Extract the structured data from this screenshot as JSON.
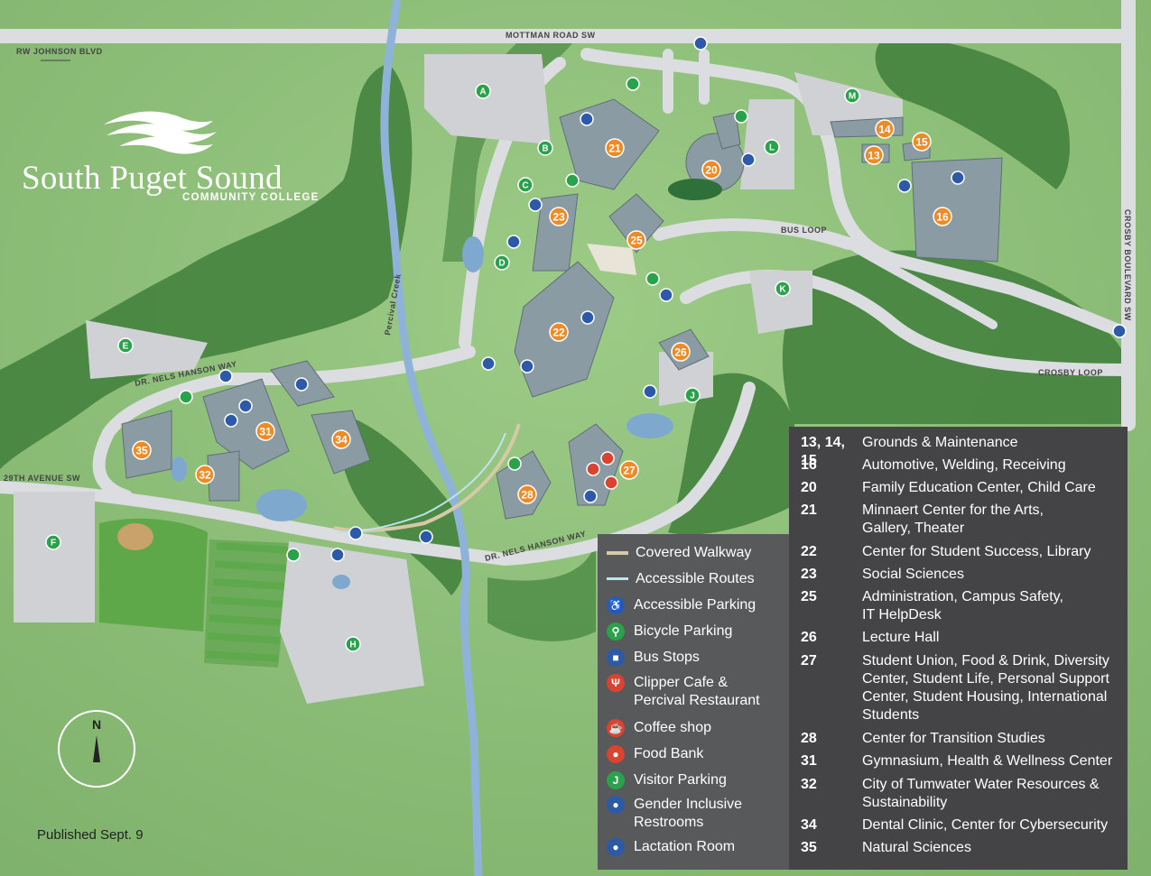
{
  "brand": {
    "name": "South Puget Sound",
    "subtitle": "COMMUNITY COLLEGE"
  },
  "published": "Published Sept. 9",
  "compass": "N",
  "roads": {
    "rw_johnson": "RW JOHNSON BLVD",
    "mottman": "MOTTMAN ROAD SW",
    "bus_loop": "BUS LOOP",
    "crosby_blvd": "CROSBY BOULEVARD SW",
    "crosby_loop": "CROSBY LOOP",
    "nels_hanson_west": "DR. NELS HANSON WAY",
    "nels_hanson_south": "DR. NELS HANSON WAY",
    "avenue_29": "29TH AVENUE SW",
    "percival_creek": "Percival Creek"
  },
  "parking_lots": [
    "A",
    "B",
    "C",
    "D",
    "E",
    "F",
    "H",
    "J",
    "K",
    "L",
    "M"
  ],
  "buildings": [
    "13",
    "14",
    "15",
    "16",
    "20",
    "21",
    "22",
    "23",
    "25",
    "26",
    "27",
    "28",
    "31",
    "32",
    "34",
    "35"
  ],
  "colors": {
    "grass": "#8fc07a",
    "road": "#dcdde0",
    "building": "#8a9ba3",
    "orange_marker": "#f08a24",
    "green_marker": "#2aa24b",
    "blue_marker": "#2d5aa8",
    "red_marker": "#d9432f",
    "creek": "#8fb2d9",
    "legend_light": "#58595b",
    "legend_dark": "#444446"
  },
  "legend_features": [
    {
      "icon": "covered-walkway",
      "label": "Covered Walkway"
    },
    {
      "icon": "accessible-route",
      "label": "Accessible Routes"
    },
    {
      "icon": "accessible-parking-icon",
      "label": "Accessible Parking"
    },
    {
      "icon": "bicycle-icon",
      "label": "Bicycle Parking"
    },
    {
      "icon": "bus-icon",
      "label": "Bus Stops"
    },
    {
      "icon": "utensils-icon",
      "label": "Clipper Cafe & Percival Restaurant"
    },
    {
      "icon": "coffee-icon",
      "label": "Coffee shop"
    },
    {
      "icon": "apple-icon",
      "label": "Food Bank"
    },
    {
      "icon": "visitor-parking-icon",
      "label": "Visitor Parking",
      "glyph": "J"
    },
    {
      "icon": "restroom-icon",
      "label": "Gender Inclusive Restrooms"
    },
    {
      "icon": "lactation-icon",
      "label": "Lactation Room"
    }
  ],
  "legend_buildings": [
    {
      "num": "13, 14, 15",
      "desc": "Grounds & Maintenance"
    },
    {
      "num": "16",
      "desc": "Automotive, Welding, Receiving"
    },
    {
      "num": "20",
      "desc": "Family Education Center, Child Care"
    },
    {
      "num": "21",
      "desc": "Minnaert Center for the Arts, Gallery, Theater"
    },
    {
      "num": "22",
      "desc": "Center for Student Success, Library"
    },
    {
      "num": "23",
      "desc": "Social Sciences"
    },
    {
      "num": "25",
      "desc": "Administration, Campus Safety, IT HelpDesk"
    },
    {
      "num": "26",
      "desc": "Lecture Hall"
    },
    {
      "num": "27",
      "desc": "Student Union, Food & Drink, Diversity Center, Student Life, Personal Support Center, Student Housing, International Students"
    },
    {
      "num": "28",
      "desc": "Center for Transition Studies"
    },
    {
      "num": "31",
      "desc": "Gymnasium, Health & Wellness Center"
    },
    {
      "num": "32",
      "desc": "City of Tumwater Water Resources & Sustainability"
    },
    {
      "num": "34",
      "desc": "Dental Clinic, Center for Cybersecurity"
    },
    {
      "num": "35",
      "desc": "Natural Sciences"
    }
  ]
}
